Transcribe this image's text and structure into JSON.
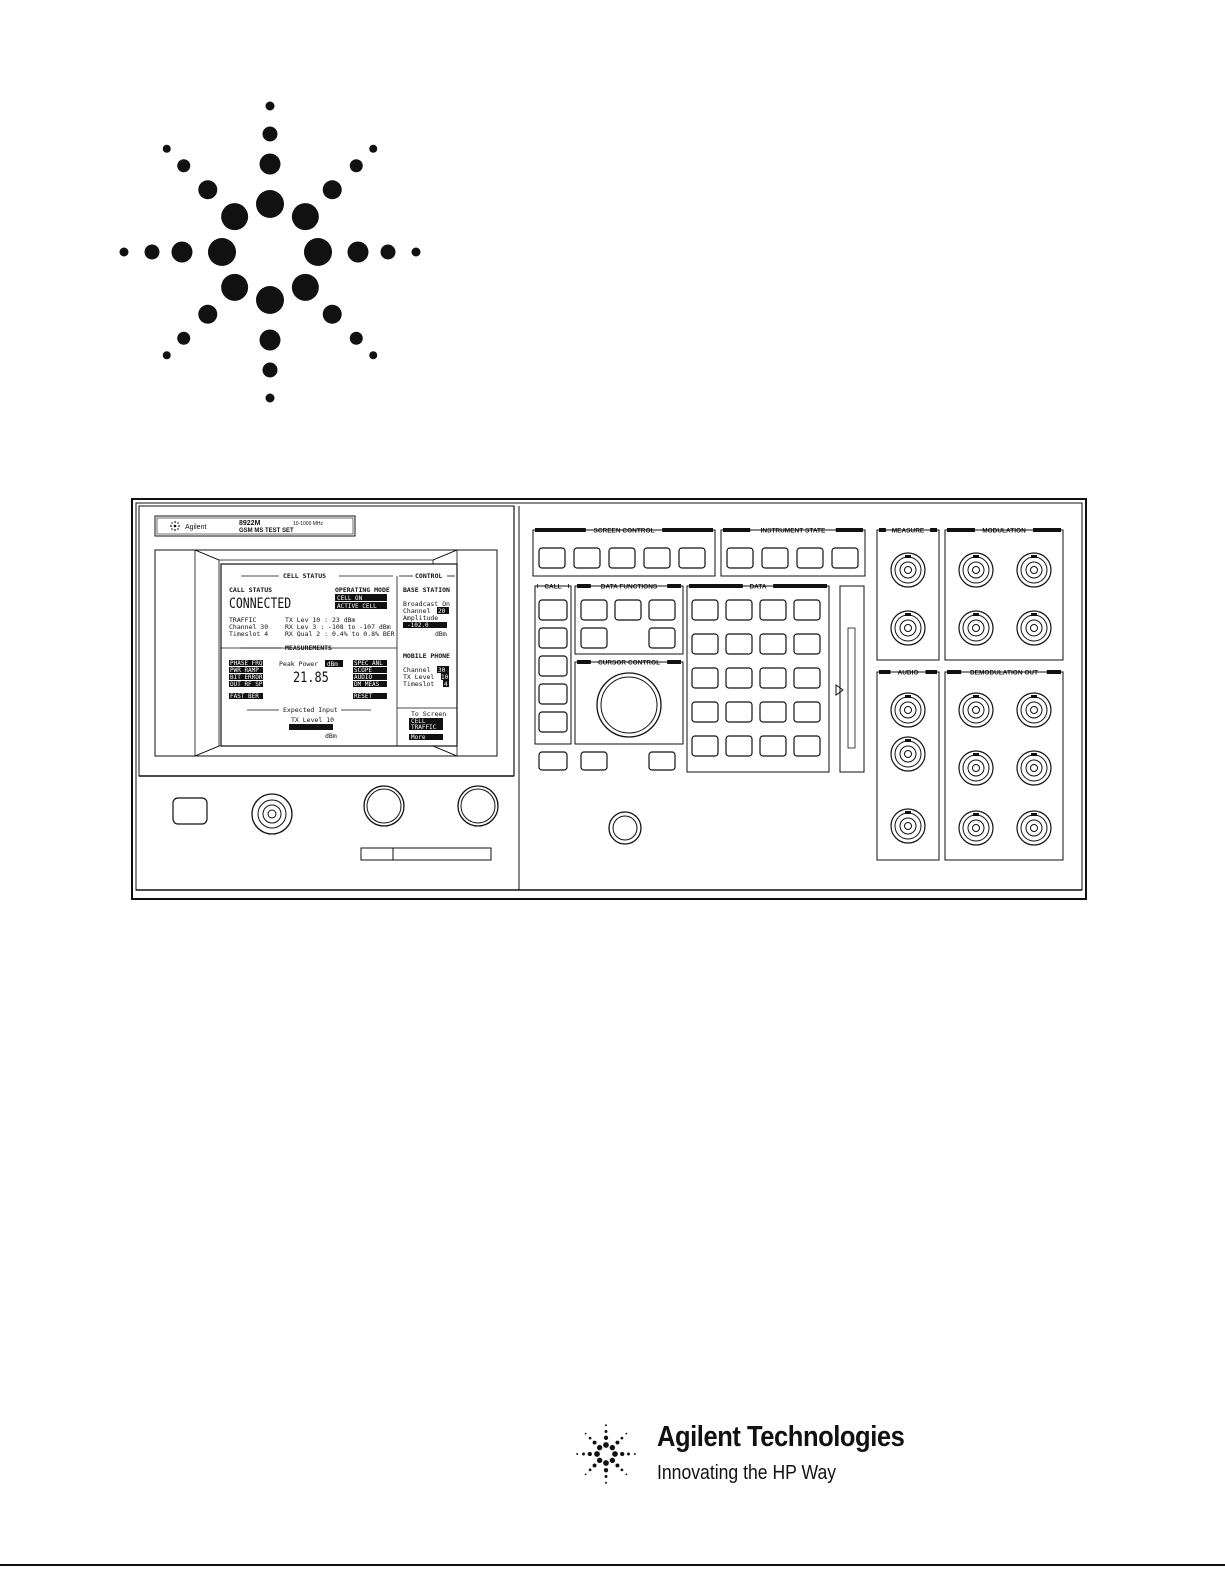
{
  "logo": {
    "icon": "agilent-spark-logo-icon"
  },
  "instrument": {
    "badge_brand": "Agilent",
    "model": "8922M",
    "model_desc": "GSM MS TEST SET",
    "freq_range": "10-1000 MHz",
    "screen": {
      "cell_status_title": "CELL STATUS",
      "call_status_label": "CALL STATUS",
      "call_status_value": "CONNECTED",
      "operating_mode_label": "OPERATING MODE",
      "operating_mode_1": "CELL ON",
      "operating_mode_2": "ACTIVE CELL",
      "traffic": "TRAFFIC",
      "channel": "Channel 30",
      "timeslot": "Timeslot 4",
      "tx_lev": "TX Lev 10 : 23 dBm",
      "rx_lev": "RX Lev 3 : -108 to -107 dBm",
      "rx_qual": "RX Qual 2 : 0.4% to 0.8% BER",
      "measurements_title": "MEASUREMENTS",
      "peak_power_label": "Peak Power",
      "peak_power_unit": "dBm",
      "peak_power_value": "21.85",
      "left_keys": [
        "PHASE FRQ",
        "PWR RAMP",
        "BIT ERROR",
        "OUT RF SP",
        "FAST BER"
      ],
      "right_keys": [
        "SPEC ANL",
        "SCOPE",
        "AUDIO",
        "DM MEAS",
        "RESET"
      ],
      "expected_input_title": "Expected Input",
      "expected_tx_level": "TX Level 10",
      "expected_unit": "dBm",
      "control_title": "CONTROL",
      "base_station": "BASE STATION",
      "broadcast": "Broadcast On",
      "bs_channel": "Channel",
      "bs_channel_val": "20",
      "amplitude": "Amplitude",
      "amplitude_val": "-102.0",
      "amplitude_unit": "dBm",
      "mobile_phone": "MOBILE PHONE",
      "mp_channel": "Channel",
      "mp_channel_val": "30",
      "mp_tx_level": "TX Level",
      "mp_tx_level_val": "10",
      "mp_timeslot": "Timeslot",
      "mp_timeslot_val": "4",
      "to_screen": "To Screen",
      "to_screen_opts": [
        "CELL",
        "TRAFFIC"
      ],
      "more": "More"
    },
    "sections": {
      "screen_control": "SCREEN CONTROL",
      "instrument_state": "INSTRUMENT STATE",
      "call": "CALL",
      "data_functions": "DATA FUNCTIONS",
      "data": "DATA",
      "cursor_control": "CURSOR CONTROL",
      "measure": "MEASURE",
      "modulation": "MODULATION",
      "audio": "AUDIO",
      "demodulation_out": "DEMODULATION OUT"
    }
  },
  "footer": {
    "company": "Agilent Technologies",
    "tagline": "Innovating the HP Way",
    "icon": "agilent-spark-small-icon"
  }
}
